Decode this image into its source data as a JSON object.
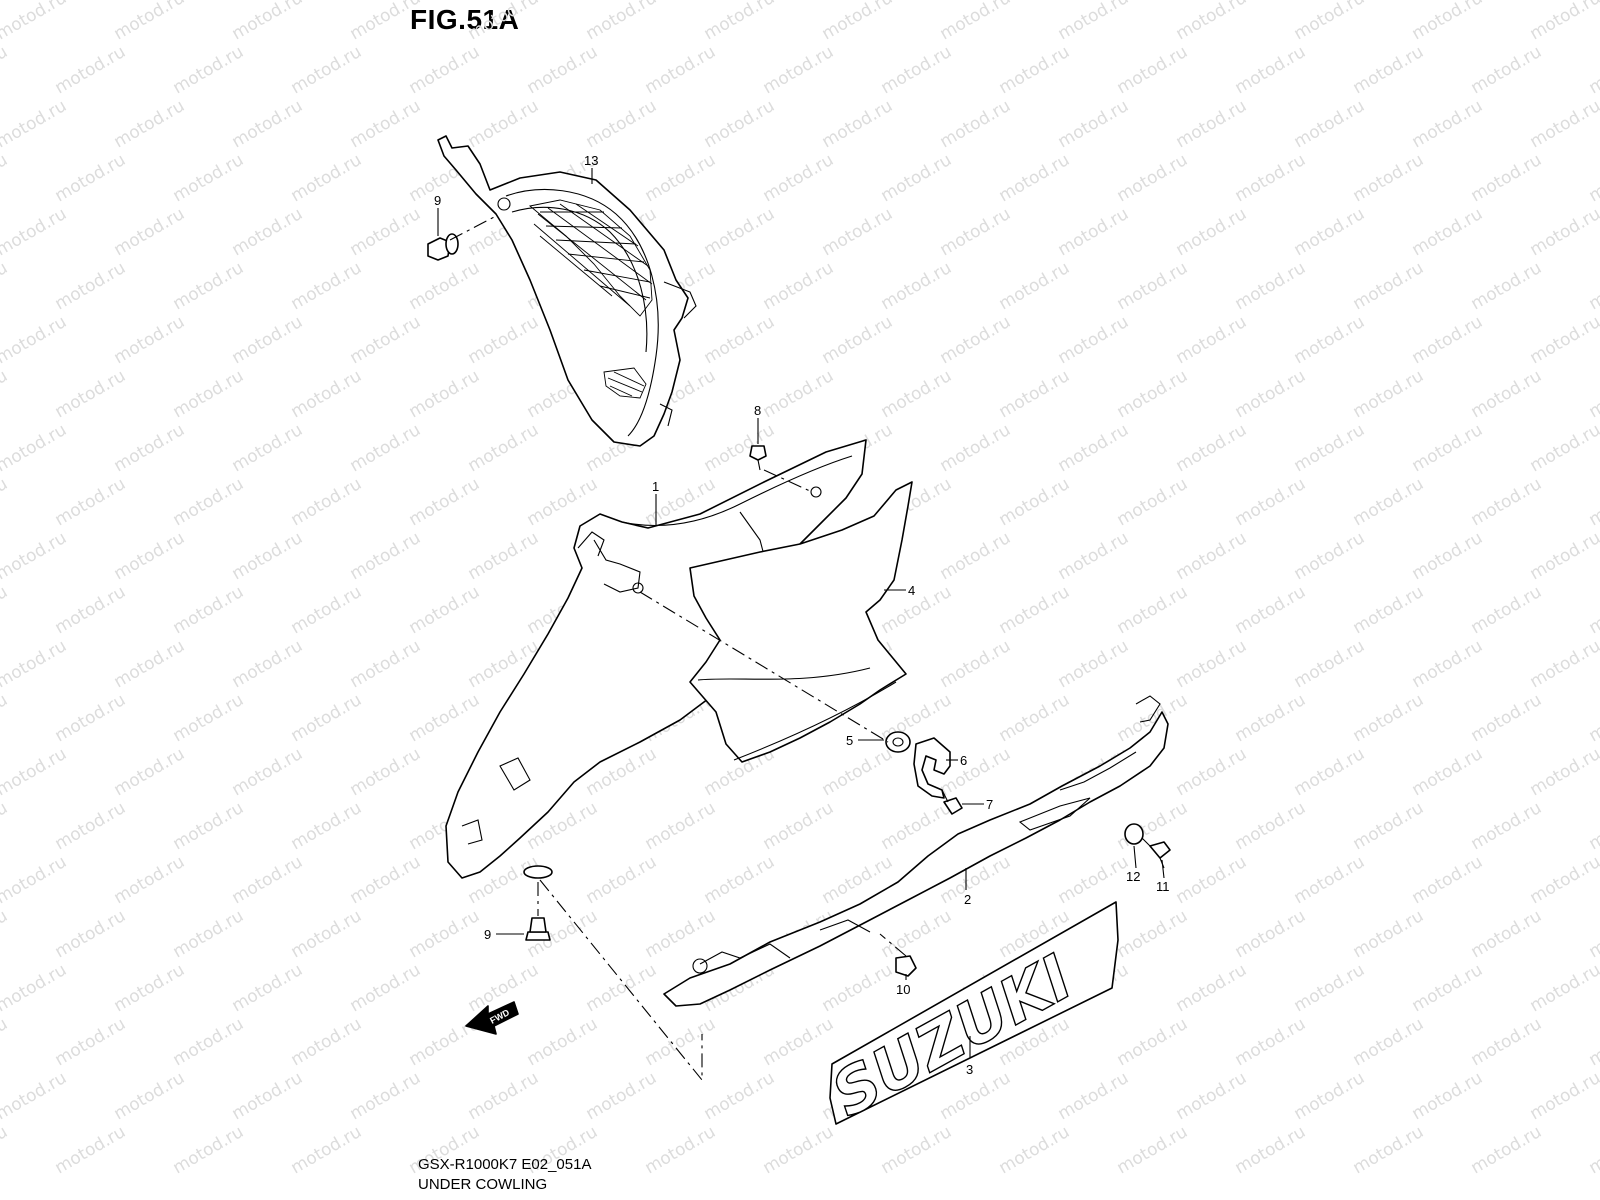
{
  "figure": {
    "title": "FIG.51A",
    "code": "GSX-R1000K7 E02_051A",
    "name": "UNDER COWLING"
  },
  "watermark": "motod.ru",
  "fwd_label": "FWD",
  "logo_text": "SUZUKI",
  "callouts": {
    "c1": "1",
    "c2": "2",
    "c3": "3",
    "c4": "4",
    "c5": "5",
    "c6": "6",
    "c7": "7",
    "c8": "8",
    "c9a": "9",
    "c9b": "9",
    "c10": "10",
    "c11": "11",
    "c12": "12",
    "c13": "13"
  }
}
